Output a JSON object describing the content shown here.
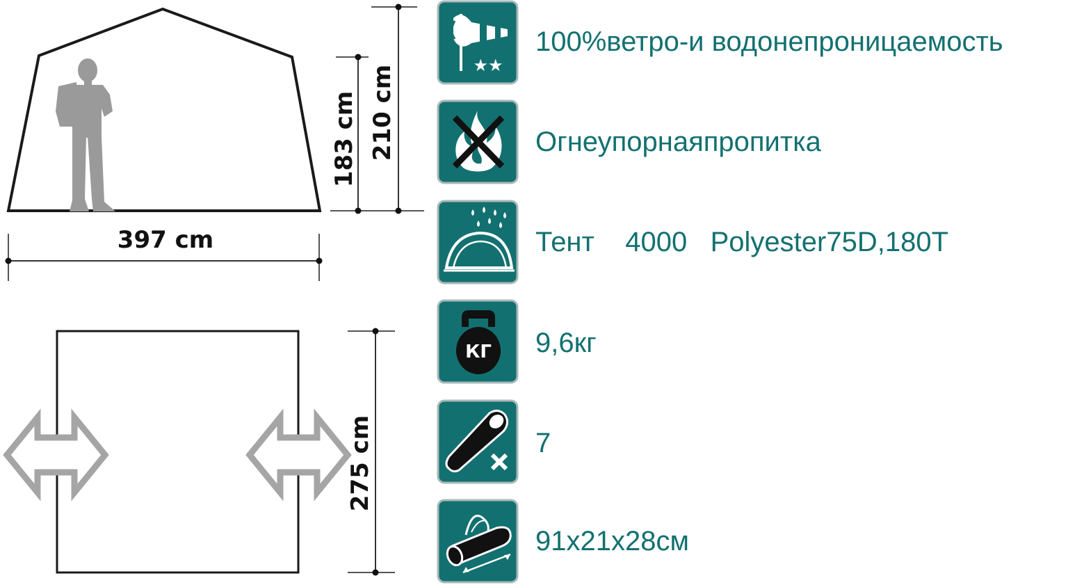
{
  "dimensions": {
    "width": "397 cm",
    "height_person": "183 cm",
    "height_total": "210 cm",
    "depth": "275 cm"
  },
  "features": [
    {
      "icon": "windsock-icon",
      "text": "100%ветро-и водонепроницаемость"
    },
    {
      "icon": "fire-retardant-icon",
      "text": "Огнеупорнаяпропитка"
    },
    {
      "icon": "waterproof-dome-icon",
      "text": "Тент    4000   Polyester75D,180T"
    },
    {
      "icon": "kettlebell-weight-icon",
      "text": "9,6кг"
    },
    {
      "icon": "sleeping-bag-icon",
      "text": "7"
    },
    {
      "icon": "carry-bag-icon",
      "text": "91x21x28см"
    }
  ],
  "icon_labels": {
    "weight_unit": "КГ"
  },
  "colors": {
    "icon_bg": "#137070",
    "text": "#137070",
    "outline": "#1a1a1a",
    "person": "#9a9a9a",
    "arrow": "#a5a5a5"
  }
}
